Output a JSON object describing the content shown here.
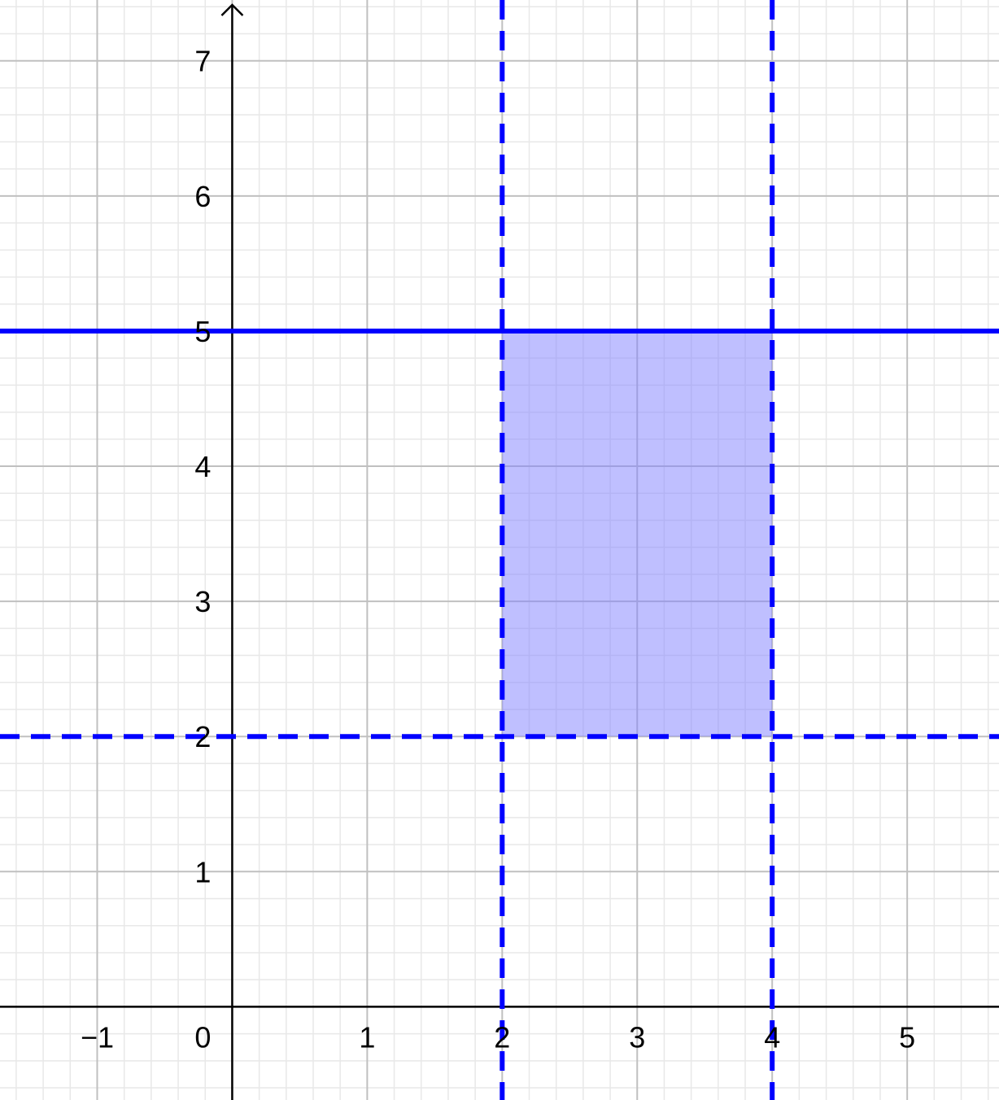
{
  "chart_data": {
    "type": "inequality-graph",
    "title": "",
    "xlabel": "",
    "ylabel": "",
    "xlim": [
      -1.72,
      5.68
    ],
    "ylim": [
      -0.69,
      7.45
    ],
    "grid": true,
    "minor_grid_step": 0.2,
    "x_ticks": [
      {
        "value": -1,
        "label": "−1"
      },
      {
        "value": 1,
        "label": "1"
      },
      {
        "value": 2,
        "label": "2"
      },
      {
        "value": 3,
        "label": "3"
      },
      {
        "value": 4,
        "label": "4"
      },
      {
        "value": 5,
        "label": "5"
      }
    ],
    "origin_label": "0",
    "y_ticks": [
      {
        "value": 1,
        "label": "1"
      },
      {
        "value": 2,
        "label": "2"
      },
      {
        "value": 3,
        "label": "3"
      },
      {
        "value": 4,
        "label": "4"
      },
      {
        "value": 5,
        "label": "5"
      },
      {
        "value": 6,
        "label": "6"
      },
      {
        "value": 7,
        "label": "7"
      }
    ],
    "boundary_lines": [
      {
        "orientation": "vertical",
        "value": 2,
        "style": "dashed"
      },
      {
        "orientation": "vertical",
        "value": 4,
        "style": "dashed"
      },
      {
        "orientation": "horizontal",
        "value": 2,
        "style": "dashed"
      },
      {
        "orientation": "horizontal",
        "value": 5,
        "style": "solid"
      }
    ],
    "shaded_region": {
      "x": [
        2,
        4
      ],
      "y": [
        2,
        5
      ]
    },
    "colors": {
      "line": "#0000ff",
      "fill": "#8080ff",
      "fill_opacity": 0.5,
      "major_grid": "#c0c0c0",
      "minor_grid": "#e8e8e8",
      "axis": "#000000"
    }
  }
}
